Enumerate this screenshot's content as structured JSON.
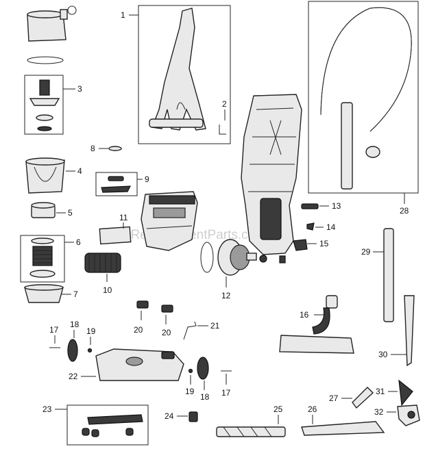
{
  "watermark": "eReplacementParts.com",
  "callouts": {
    "c1": "1",
    "c2": "2",
    "c3": "3",
    "c4": "4",
    "c5": "5",
    "c6": "6",
    "c7": "7",
    "c8": "8",
    "c9": "9",
    "c10": "10",
    "c11": "11",
    "c12": "12",
    "c13": "13",
    "c14": "14",
    "c15": "15",
    "c16": "16",
    "c17a": "17",
    "c17b": "17",
    "c18a": "18",
    "c18b": "18",
    "c19a": "19",
    "c19b": "19",
    "c20a": "20",
    "c20b": "20",
    "c21": "21",
    "c22": "22",
    "c23": "23",
    "c24": "24",
    "c25": "25",
    "c26": "26",
    "c27": "27",
    "c28": "28",
    "c29": "29",
    "c30": "30",
    "c31": "31",
    "c32": "32"
  }
}
